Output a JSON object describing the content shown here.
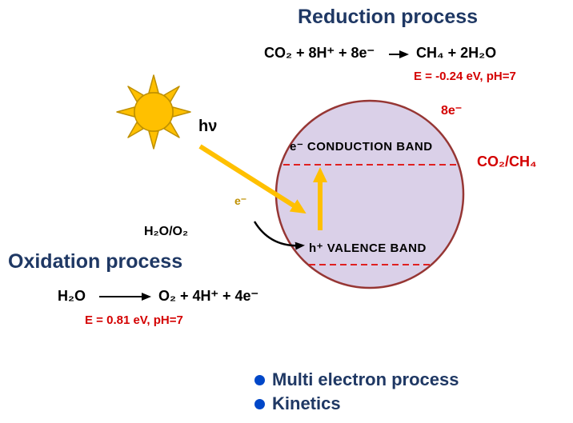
{
  "reduction": {
    "title": "Reduction process",
    "reactants": "CO₂ + 8H⁺ + 8e⁻",
    "products": "CH₄ + 2H₂O",
    "potential": "E = -0.24 eV, pH=7"
  },
  "oxidation": {
    "title": "Oxidation process",
    "reactants": "H₂O",
    "products": "O₂ + 4H⁺ + 4e⁻",
    "potential": "E = 0.81 eV, pH=7"
  },
  "particle": {
    "conduction_band": "e⁻ CONDUCTION BAND",
    "valence_band": "h⁺ VALENCE BAND"
  },
  "labels": {
    "photon": "hν",
    "electron": "e⁻",
    "electron_count": "8e⁻",
    "redox_couple_reduction": "CO₂/CH₄",
    "redox_couple_oxidation": "H₂O/O₂"
  },
  "bullets": [
    "Multi electron process",
    "Kinetics"
  ],
  "colors": {
    "heading_navy": "#1f3864",
    "equation_black": "#000000",
    "potential_red": "#d40000",
    "band_line_red": "#e02020",
    "particle_fill": "#dad0e8",
    "particle_border": "#963634",
    "sun_gold": "#ffc000",
    "sun_outline": "#bf9000",
    "bullet_blue": "#0047c8"
  }
}
